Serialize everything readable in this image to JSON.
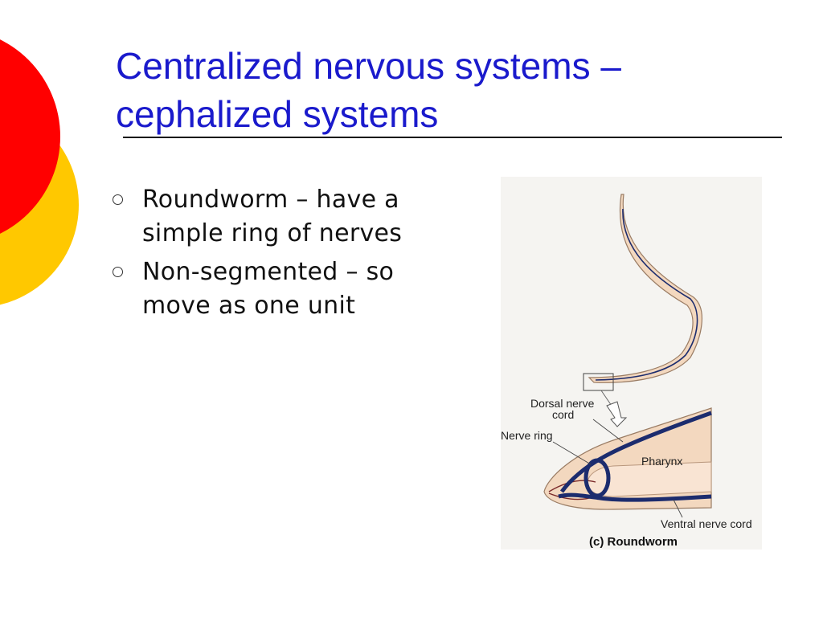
{
  "slide": {
    "title_line1": "Centralized nervous systems –",
    "title_line2": "cephalized systems",
    "bullets": [
      {
        "text": "Roundworm – have a simple ring of nerves"
      },
      {
        "text": "Non-segmented – so move as one unit"
      }
    ]
  },
  "figure": {
    "labels": {
      "dorsal_line1": "Dorsal nerve",
      "dorsal_line2": "cord",
      "nerve_ring": "Nerve ring",
      "pharynx": "Pharynx",
      "ventral": "Ventral nerve cord",
      "caption_prefix": "(c)",
      "caption": "Roundworm"
    }
  },
  "colors": {
    "title": "#1a1acc",
    "circle_red": "#ff0000",
    "circle_yellow": "#ffc800",
    "nerve": "#1c2c6e",
    "worm_body": "#f3d8bf"
  }
}
